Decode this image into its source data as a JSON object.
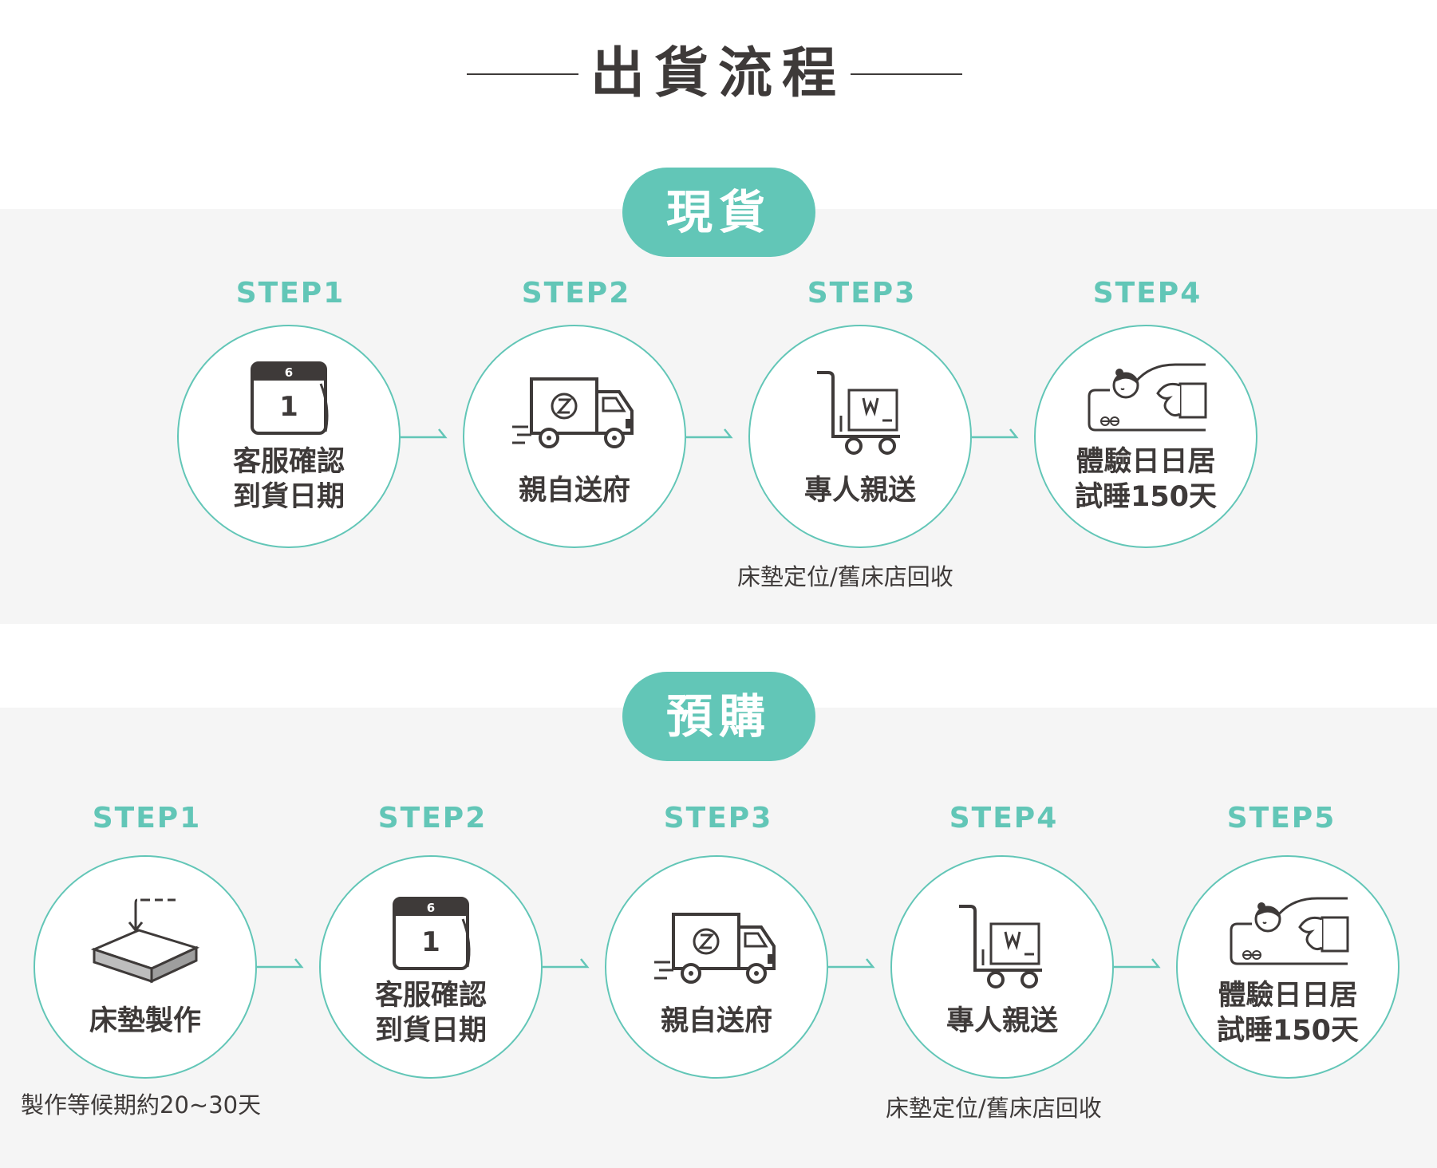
{
  "title": "出貨流程",
  "in_stock": {
    "badge": "現貨",
    "steps": [
      {
        "label": "STEP1",
        "text1": "客服確認",
        "text2": "到貨日期",
        "calendar_month": "6",
        "calendar_day": "1"
      },
      {
        "label": "STEP2",
        "text1": "親自送府"
      },
      {
        "label": "STEP3",
        "text1": "專人親送",
        "box_mark": "W"
      },
      {
        "label": "STEP4",
        "text1": "體驗日日居",
        "text2": "試睡150天"
      }
    ],
    "note": "床墊定位/舊床店回收"
  },
  "preorder": {
    "badge": "預購",
    "steps": [
      {
        "label": "STEP1",
        "text1": "床墊製作"
      },
      {
        "label": "STEP2",
        "text1": "客服確認",
        "text2": "到貨日期",
        "calendar_month": "6",
        "calendar_day": "1"
      },
      {
        "label": "STEP3",
        "text1": "親自送府"
      },
      {
        "label": "STEP4",
        "text1": "專人親送",
        "box_mark": "W"
      },
      {
        "label": "STEP5",
        "text1": "體驗日日居",
        "text2": "試睡150天"
      }
    ],
    "note_left": "製作等候期約20~30天",
    "note_right": "床墊定位/舊床店回收"
  },
  "icons": [
    "calendar-icon",
    "delivery-truck-icon",
    "cart-icon",
    "sleeping-person-icon",
    "mattress-icon"
  ],
  "colors": {
    "accent": "#62c6b7",
    "text": "#3e3a39",
    "band": "#f5f5f5"
  }
}
